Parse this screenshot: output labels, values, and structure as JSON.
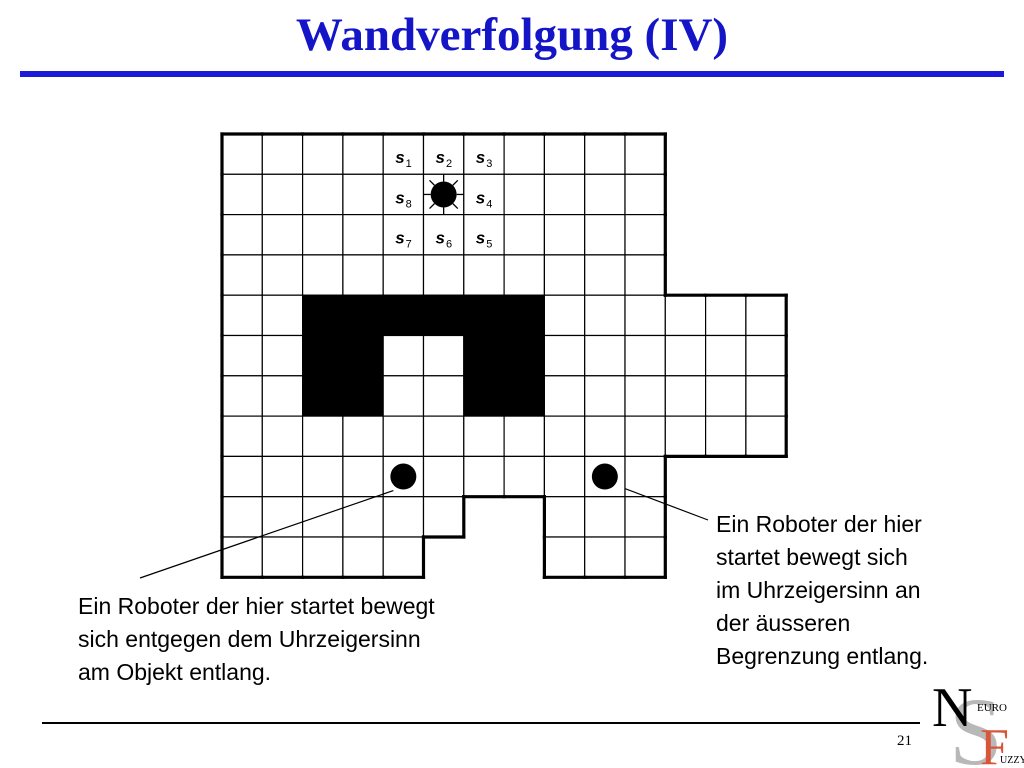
{
  "slide": {
    "title": "Wandverfolgung (IV)",
    "page_number": "21"
  },
  "sensors": [
    {
      "letter": "s",
      "index": "1",
      "name": "sensor-s1"
    },
    {
      "letter": "s",
      "index": "2",
      "name": "sensor-s2"
    },
    {
      "letter": "s",
      "index": "3",
      "name": "sensor-s3"
    },
    {
      "letter": "s",
      "index": "8",
      "name": "sensor-s8"
    },
    {
      "letter": "s",
      "index": "4",
      "name": "sensor-s4"
    },
    {
      "letter": "s",
      "index": "7",
      "name": "sensor-s7"
    },
    {
      "letter": "s",
      "index": "6",
      "name": "sensor-s6"
    },
    {
      "letter": "s",
      "index": "5",
      "name": "sensor-s5"
    }
  ],
  "notes": {
    "left": [
      "Ein Roboter der hier startet bewegt",
      "sich entgegen dem Uhrzeigersinn",
      "am Objekt entlang."
    ],
    "right": [
      "Ein Roboter der hier",
      "startet bewegt sich",
      "im Uhrzeigersinn an",
      "der äusseren",
      "Begrenzung entlang."
    ]
  },
  "logo": {
    "big_n": "N",
    "big_s": "S",
    "big_f": "F",
    "small_euro": "EURO",
    "small_uzzy": "UZZY"
  },
  "colors": {
    "title": "#1515c8",
    "rule": "#1a1ad8",
    "obstacle": "#000000",
    "logo_red": "#d8553a",
    "logo_gray": "#b8b8b8"
  }
}
